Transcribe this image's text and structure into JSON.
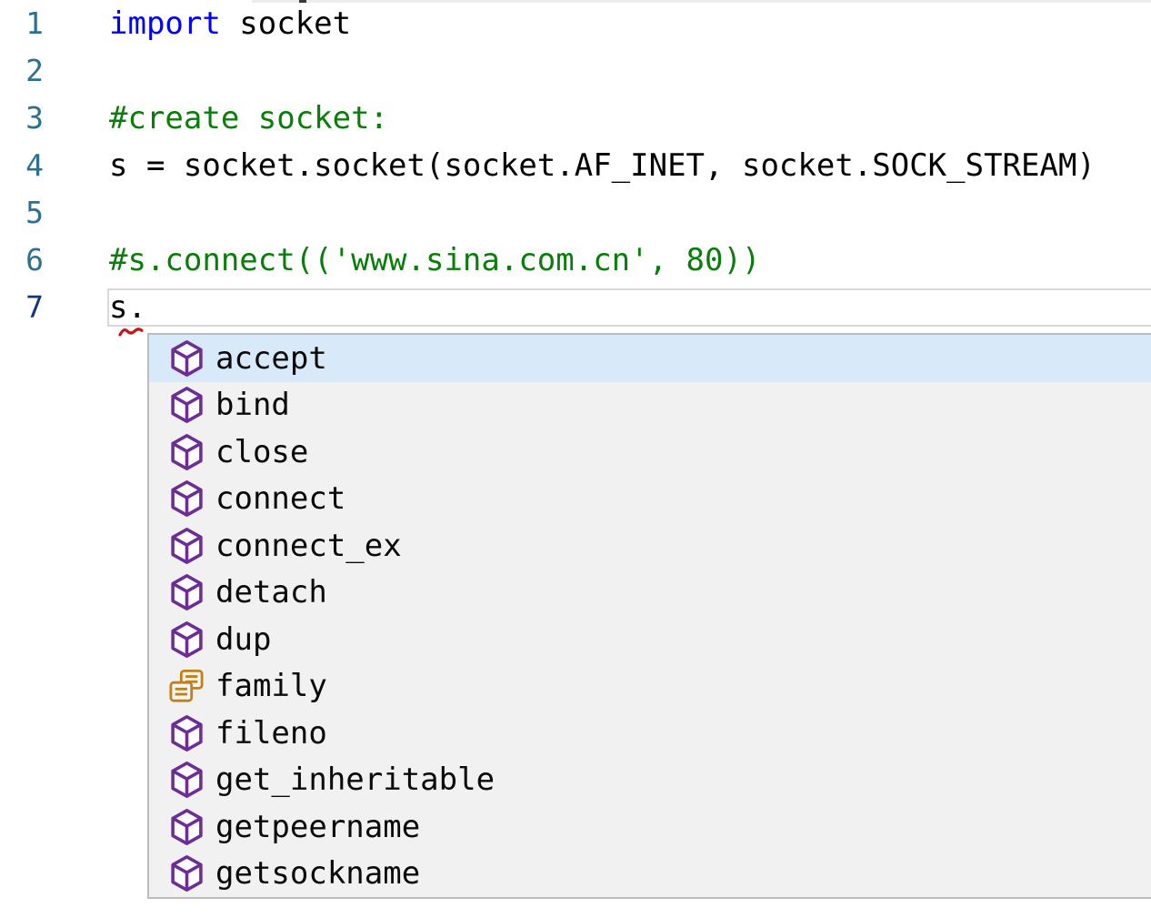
{
  "editor": {
    "lines": [
      {
        "number": "1",
        "active": false,
        "tokens": [
          {
            "type": "keyword",
            "text": "import"
          },
          {
            "type": "plain",
            "text": " socket"
          }
        ]
      },
      {
        "number": "2",
        "active": false,
        "tokens": []
      },
      {
        "number": "3",
        "active": false,
        "tokens": [
          {
            "type": "comment",
            "text": "#create socket:"
          }
        ]
      },
      {
        "number": "4",
        "active": false,
        "tokens": [
          {
            "type": "plain",
            "text": "s = socket.socket(socket.AF_INET, socket.SOCK_STREAM)"
          }
        ]
      },
      {
        "number": "5",
        "active": false,
        "tokens": []
      },
      {
        "number": "6",
        "active": false,
        "tokens": [
          {
            "type": "comment",
            "text": "#s.connect(('www.sina.com.cn', 80))"
          }
        ]
      },
      {
        "number": "7",
        "active": true,
        "tokens": [
          {
            "type": "plain",
            "text": "s."
          }
        ],
        "error_squiggle": true
      }
    ]
  },
  "suggest": {
    "items": [
      {
        "label": "accept",
        "kind": "method",
        "selected": true
      },
      {
        "label": "bind",
        "kind": "method",
        "selected": false
      },
      {
        "label": "close",
        "kind": "method",
        "selected": false
      },
      {
        "label": "connect",
        "kind": "method",
        "selected": false
      },
      {
        "label": "connect_ex",
        "kind": "method",
        "selected": false
      },
      {
        "label": "detach",
        "kind": "method",
        "selected": false
      },
      {
        "label": "dup",
        "kind": "method",
        "selected": false
      },
      {
        "label": "family",
        "kind": "field",
        "selected": false
      },
      {
        "label": "fileno",
        "kind": "method",
        "selected": false
      },
      {
        "label": "get_inheritable",
        "kind": "method",
        "selected": false
      },
      {
        "label": "getpeername",
        "kind": "method",
        "selected": false
      },
      {
        "label": "getsockname",
        "kind": "method",
        "selected": false
      }
    ]
  },
  "colors": {
    "keyword": "#0000ff",
    "comment": "#0a7d0a",
    "plain": "#000000",
    "line_number": "#2b7191",
    "line_number_active": "#16357f",
    "suggest_bg": "#f1f1f1",
    "suggest_border": "#bcbcbc",
    "suggest_selected_bg": "#d8e9fa",
    "method_icon": "#6c2d94",
    "field_icon": "#c2801a",
    "squiggle": "#c81414",
    "current_line_border": "#d8d8d8"
  }
}
